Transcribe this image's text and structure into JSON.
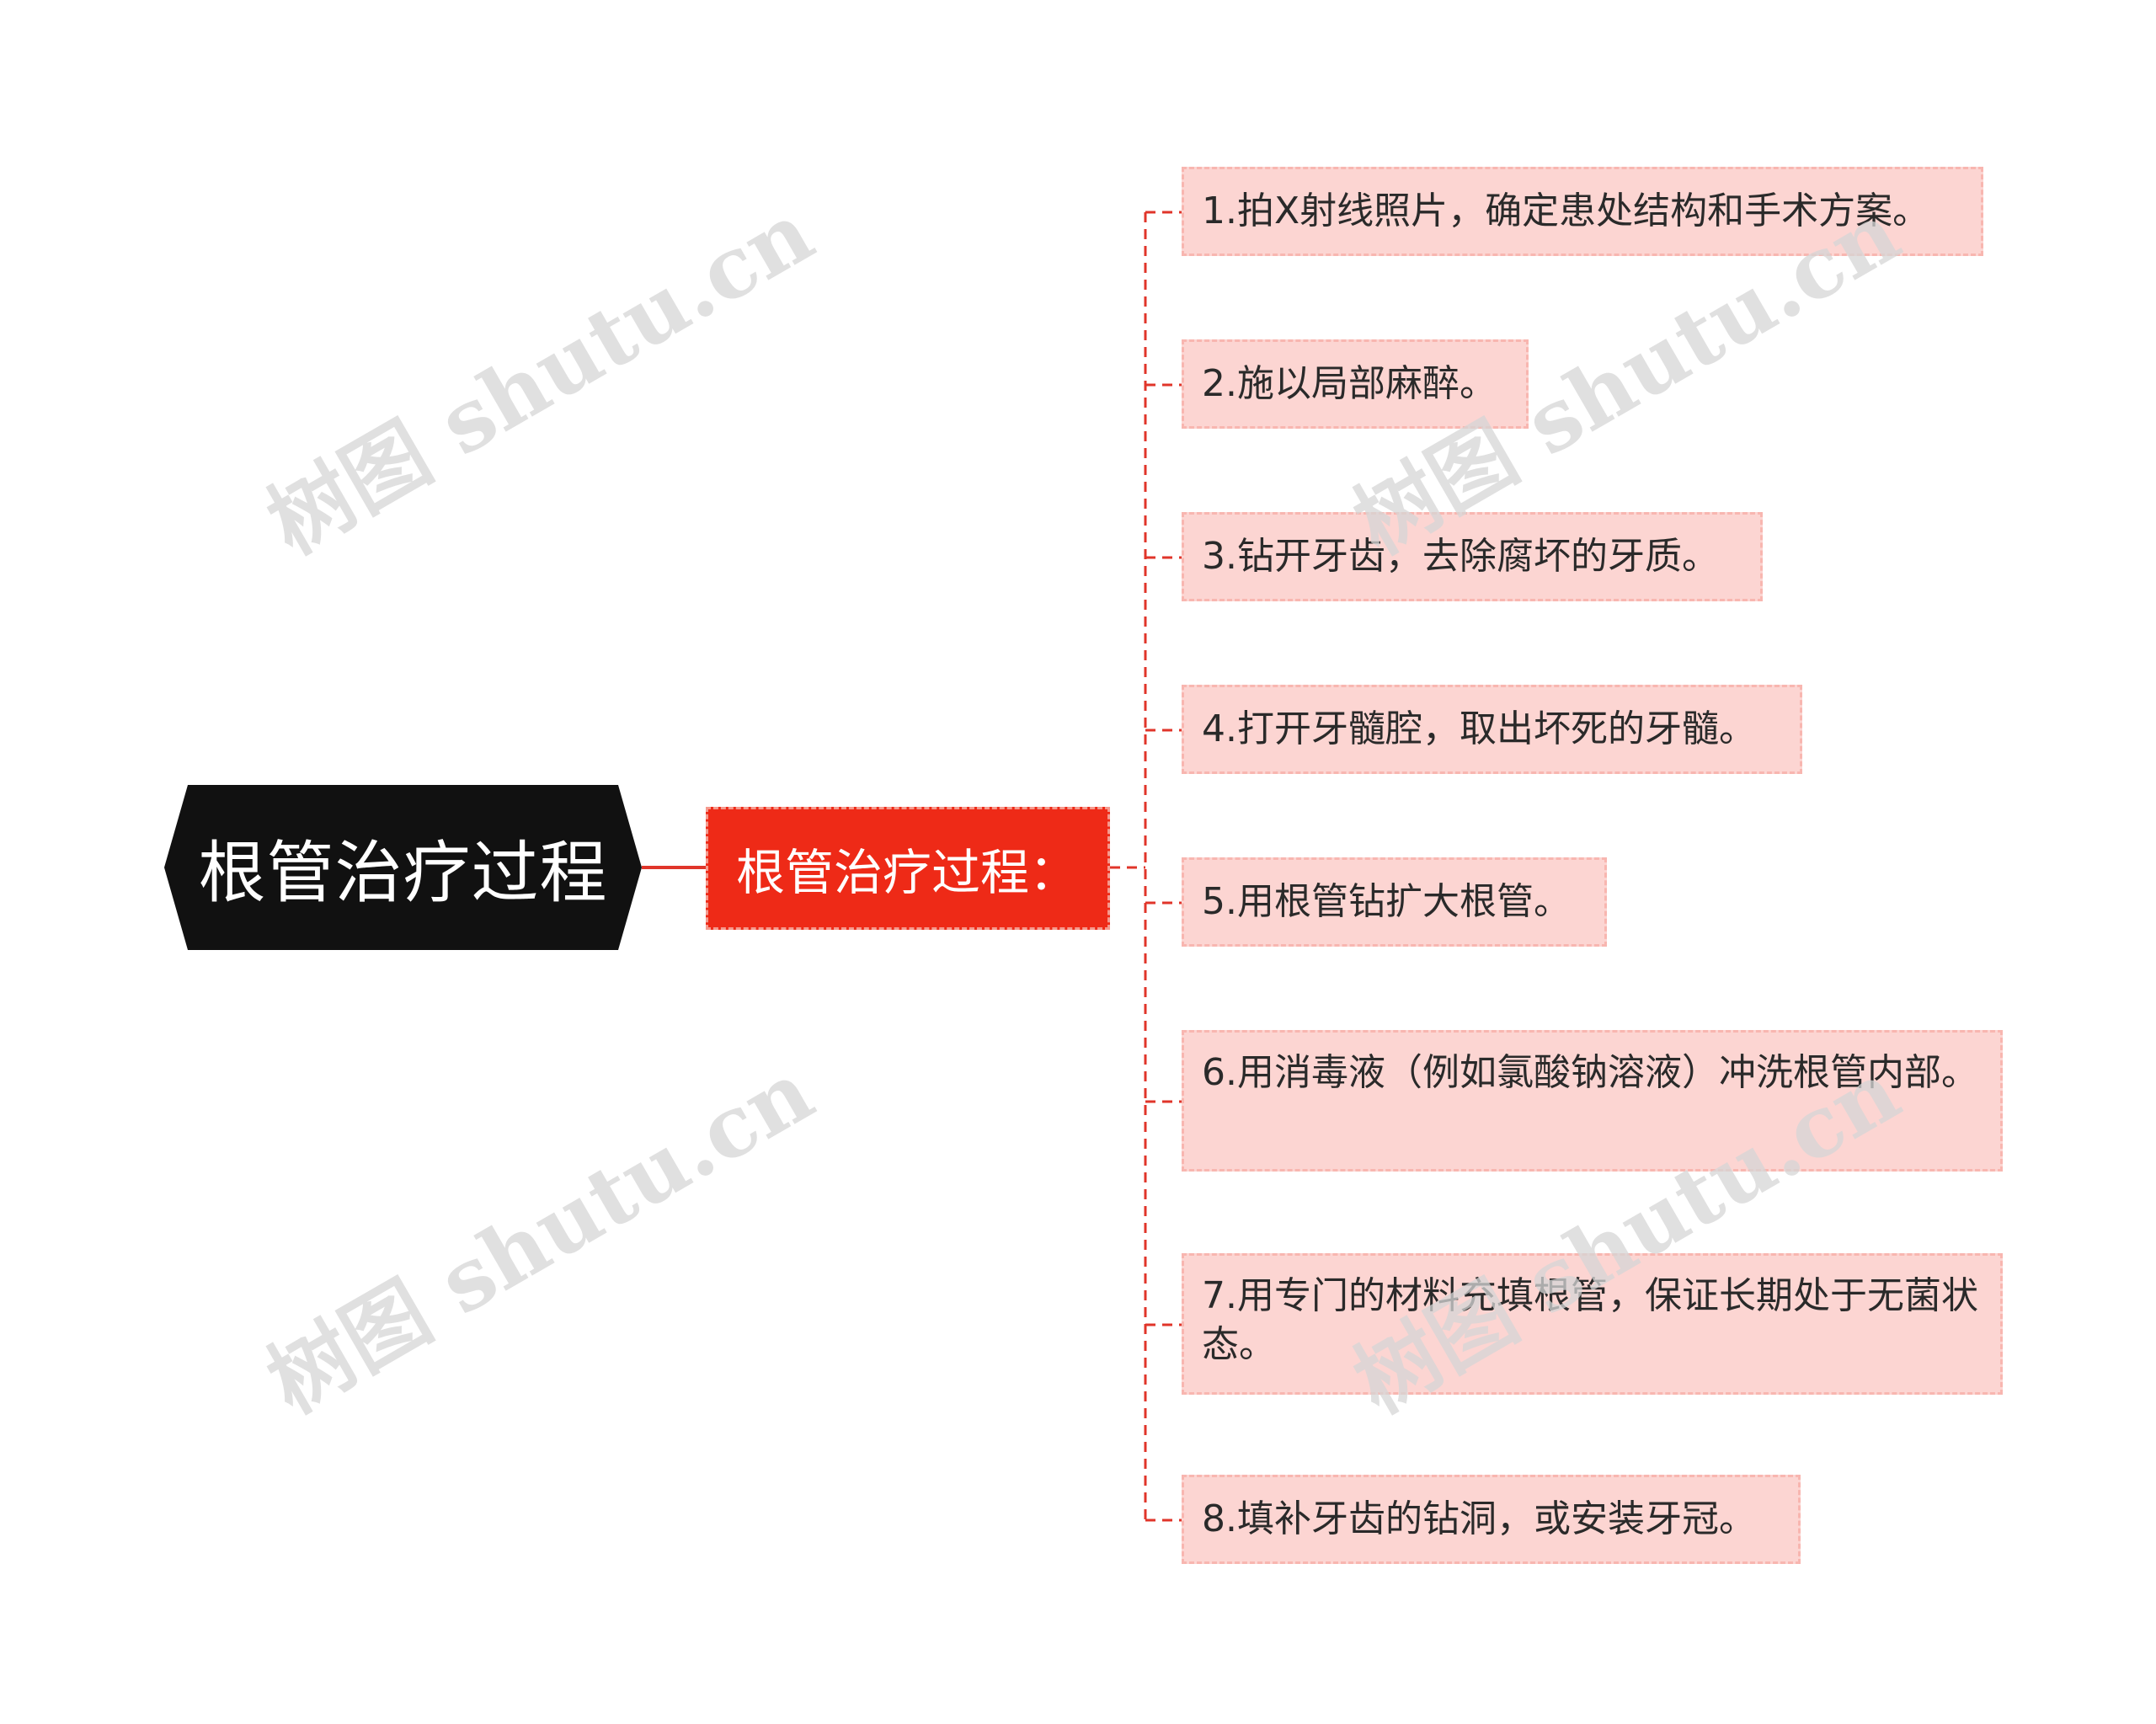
{
  "root": {
    "label": "根管治疗过程"
  },
  "branch": {
    "label": "根管治疗过程："
  },
  "leaves": [
    {
      "label": "1.拍X射线照片，确定患处结构和手术方案。"
    },
    {
      "label": "2.施以局部麻醉。"
    },
    {
      "label": "3.钻开牙齿，去除腐坏的牙质。"
    },
    {
      "label": "4.打开牙髓腔，取出坏死的牙髓。"
    },
    {
      "label": "5.用根管钻扩大根管。"
    },
    {
      "label": "6.用消毒液（例如氯酸钠溶液）冲洗根管内部。"
    },
    {
      "label": "7.用专门的材料充填根管，保证长期处于无菌状态。"
    },
    {
      "label": "8.填补牙齿的钻洞，或安装牙冠。"
    }
  ],
  "watermark": {
    "text": "树图 shutu.cn"
  },
  "colors": {
    "root_fill": "#111111",
    "branch_fill": "#ee2a17",
    "leaf_fill": "#fcd5d2",
    "connector": "#e0352a"
  }
}
